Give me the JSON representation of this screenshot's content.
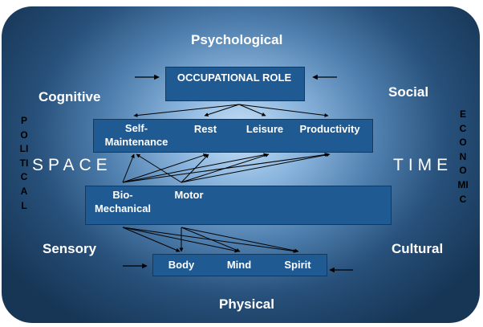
{
  "diagram": {
    "top_label": "Psychological",
    "bottom_label": "Physical",
    "cognitive": "Cognitive",
    "social": "Social",
    "sensory": "Sensory",
    "cultural": "Cultural",
    "political": "POLITICAL",
    "economic": "ECONOMIC",
    "space": "SPACE",
    "time": "TIME",
    "occupational_role": "OCCUPATIONAL ROLE",
    "occupations": [
      "Self-\nMaintenance",
      "Rest",
      "Leisure",
      "Productivity"
    ],
    "performance_components": [
      "Bio-\nMechanical",
      "Motor"
    ],
    "person": [
      "Body",
      "Mind",
      "Spirit"
    ]
  }
}
